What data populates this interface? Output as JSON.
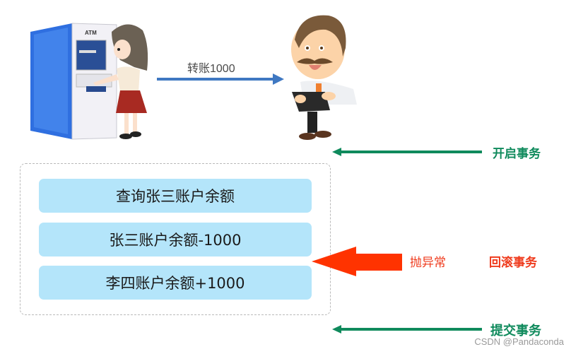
{
  "diagram": {
    "transfer": {
      "label": "转账1000",
      "arrow_color": "#3f78c2"
    },
    "actors": {
      "customer": "girl-at-atm",
      "atm_sign": "ATM",
      "server": "doctor-with-tablet"
    },
    "transaction_steps": [
      {
        "label": "查询张三账户余额"
      },
      {
        "label": "张三账户余额-1000"
      },
      {
        "label": "李四账户余额+1000"
      }
    ],
    "annotations": {
      "begin": "开启事务",
      "exception": "抛异常",
      "rollback": "回滚事务",
      "commit": "提交事务"
    },
    "colors": {
      "step_bg": "#b4e5fa",
      "green": "#0f8a5c",
      "red_arrow": "#ff3300",
      "red_text": "#ef3b1d",
      "dashed_border": "#b9b9b9"
    }
  },
  "watermark": "CSDN @Pandaconda"
}
